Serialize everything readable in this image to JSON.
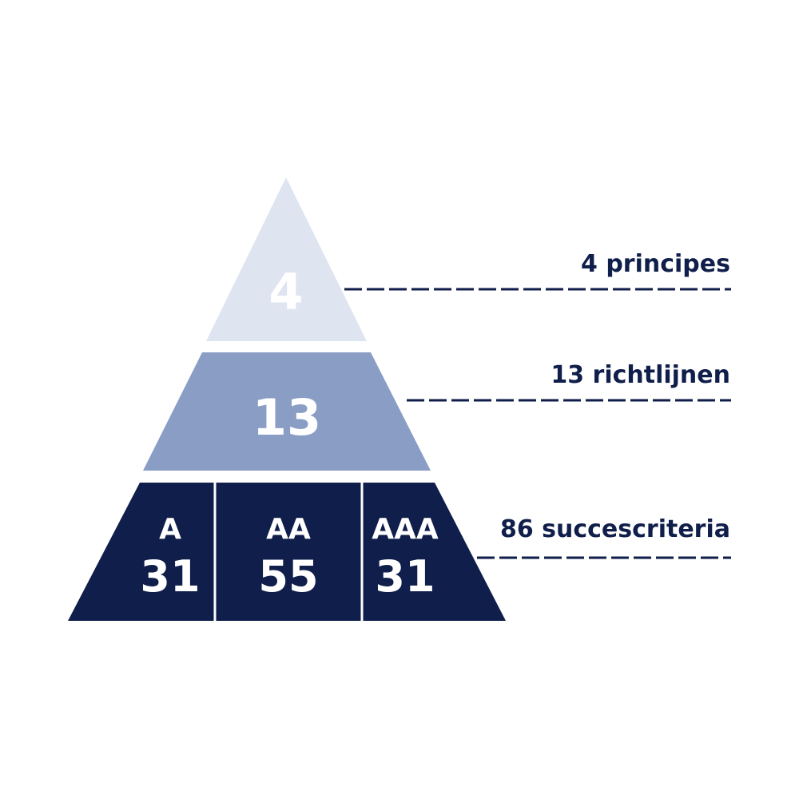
{
  "colors": {
    "tier_top": "#dfe4f1",
    "tier_middle": "#8a9ec5",
    "tier_bottom": "#0f1e4a",
    "text_dark": "#0f1e4a",
    "text_light": "#ffffff"
  },
  "pyramid": {
    "top": {
      "value": "4",
      "side_label": "4 principes"
    },
    "middle": {
      "value": "13",
      "side_label": "13 richtlijnen"
    },
    "bottom": {
      "side_label": "86 succescriteria",
      "levels": [
        {
          "level": "A",
          "count": "31"
        },
        {
          "level": "AA",
          "count": "55"
        },
        {
          "level": "AAA",
          "count": "31"
        }
      ]
    }
  }
}
